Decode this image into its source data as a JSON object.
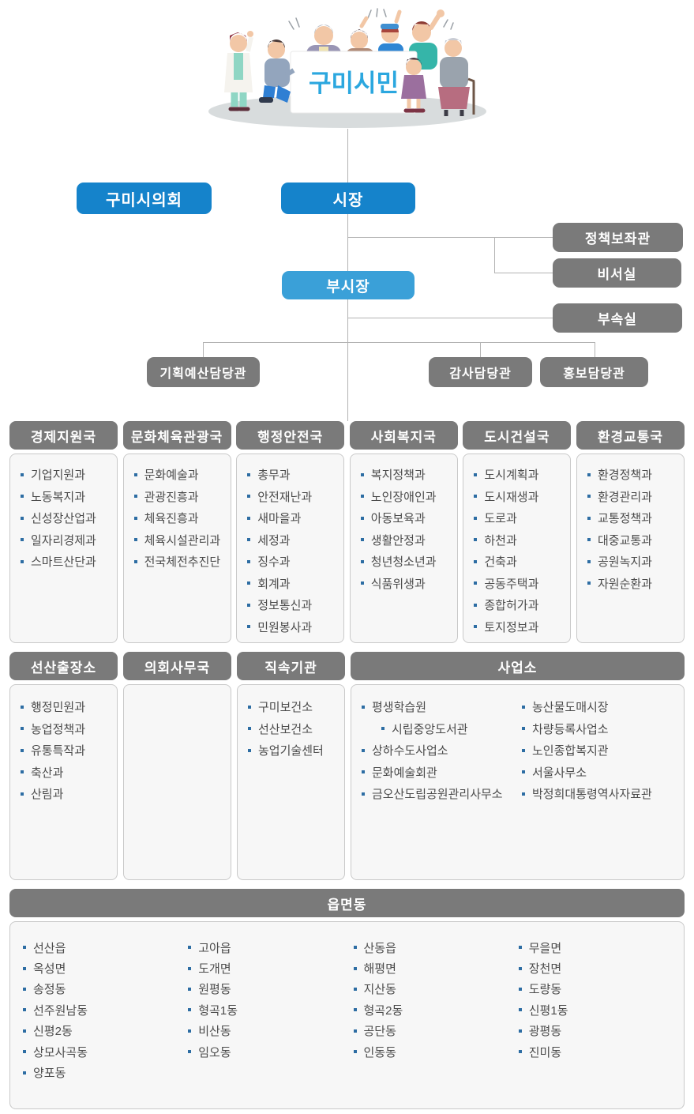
{
  "colors": {
    "primary-blue": "#1583cb",
    "light-blue": "#3aa0d8",
    "box-gray": "#7a7a7a",
    "line-gray": "#b3b3b3",
    "panel-bg": "#f7f7f7",
    "panel-border": "#c9c9c9",
    "bullet-blue": "#2d6da3",
    "item-text": "#4b4b4b",
    "banner-blue": "#2ba7df"
  },
  "banner": {
    "title": "구미시민"
  },
  "leadership": {
    "council": "구미시의회",
    "mayor": "시장",
    "vice_mayor": "부시장",
    "mayor_offices": [
      "정책보좌관",
      "비서실",
      "부속실"
    ],
    "staff_officers": [
      "기획예산담당관",
      "감사담당관",
      "홍보담당관"
    ]
  },
  "bureaus": [
    {
      "name": "경제지원국",
      "departments": [
        "기업지원과",
        "노동복지과",
        "신성장산업과",
        "일자리경제과",
        "스마트산단과"
      ]
    },
    {
      "name": "문화체육관광국",
      "departments": [
        "문화예술과",
        "관광진흥과",
        "체육진흥과",
        "체육시설관리과",
        "전국체전추진단"
      ]
    },
    {
      "name": "행정안전국",
      "departments": [
        "총무과",
        "안전재난과",
        "새마을과",
        "세정과",
        "징수과",
        "회계과",
        "정보통신과",
        "민원봉사과"
      ]
    },
    {
      "name": "사회복지국",
      "departments": [
        "복지정책과",
        "노인장애인과",
        "아동보육과",
        "생활안정과",
        "청년청소년과",
        "식품위생과"
      ]
    },
    {
      "name": "도시건설국",
      "departments": [
        "도시계획과",
        "도시재생과",
        "도로과",
        "하천과",
        "건축과",
        "공동주택과",
        "종합허가과",
        "토지정보과"
      ]
    },
    {
      "name": "환경교통국",
      "departments": [
        "환경정책과",
        "환경관리과",
        "교통정책과",
        "대중교통과",
        "공원녹지과",
        "자원순환과"
      ]
    }
  ],
  "offices_row": [
    {
      "name": "선산출장소",
      "departments": [
        "행정민원과",
        "농업정책과",
        "유통특작과",
        "축산과",
        "산림과"
      ]
    },
    {
      "name": "의회사무국",
      "departments": []
    },
    {
      "name": "직속기관",
      "departments": [
        "구미보건소",
        "선산보건소",
        "농업기술센터"
      ]
    }
  ],
  "saeopso": {
    "name": "사업소",
    "col1": [
      {
        "label": "평생학습원",
        "indent": false
      },
      {
        "label": "시립중앙도서관",
        "indent": true
      },
      {
        "label": "상하수도사업소",
        "indent": false
      },
      {
        "label": "문화예술회관",
        "indent": false
      },
      {
        "label": "금오산도립공원관리사무소",
        "indent": false
      }
    ],
    "col2": [
      {
        "label": "농산물도매시장",
        "indent": false
      },
      {
        "label": "차량등록사업소",
        "indent": false
      },
      {
        "label": "노인종합복지관",
        "indent": false
      },
      {
        "label": "서울사무소",
        "indent": false
      },
      {
        "label": "박정희대통령역사자료관",
        "indent": false
      }
    ]
  },
  "eupmyeondong": {
    "name": "읍면동",
    "columns": [
      [
        "선산읍",
        "옥성면",
        "송정동",
        "선주원남동",
        "신평2동",
        "상모사곡동",
        "양포동"
      ],
      [
        "고아읍",
        "도개면",
        "원평동",
        "형곡1동",
        "비산동",
        "임오동"
      ],
      [
        "산동읍",
        "해평면",
        "지산동",
        "형곡2동",
        "공단동",
        "인동동"
      ],
      [
        "무을면",
        "장천면",
        "도량동",
        "신평1동",
        "광평동",
        "진미동"
      ]
    ]
  }
}
